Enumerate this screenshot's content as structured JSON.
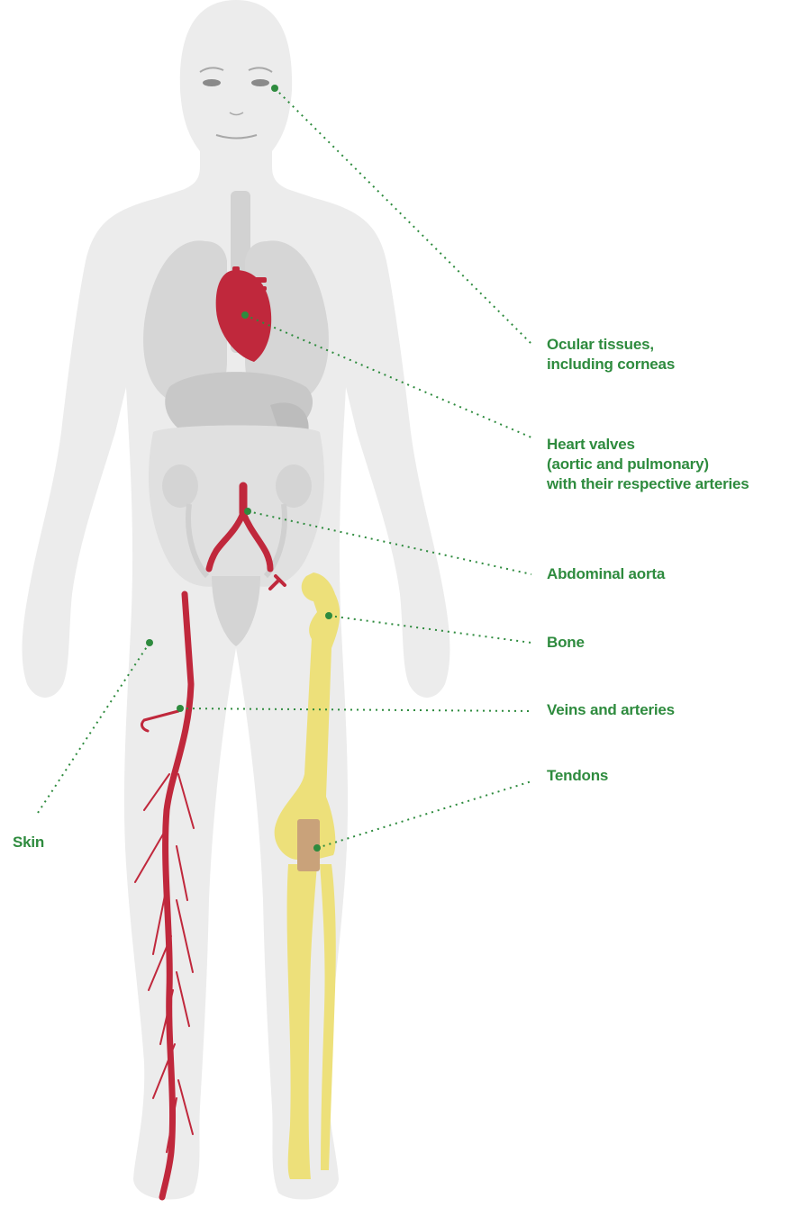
{
  "colors": {
    "body": "#ececec",
    "organ": "#d6d6d6",
    "organ_dark": "#c4c4c4",
    "vessel": "#c0283c",
    "bone": "#ede07a",
    "tendon": "#c9a27a",
    "label": "#2e8b3e",
    "leader": "#2e8b3e"
  },
  "labels": {
    "ocular": [
      "Ocular tissues,",
      "including corneas"
    ],
    "heart": [
      "Heart valves",
      "(aortic and pulmonary)",
      "with their respective arteries"
    ],
    "aorta": [
      "Abdominal aorta"
    ],
    "bone": [
      "Bone"
    ],
    "veins": [
      "Veins and arteries"
    ],
    "tendons": [
      "Tendons"
    ],
    "skin": [
      "Skin"
    ]
  },
  "icons": {
    "body": "human-body-silhouette-icon",
    "heart": "heart-icon",
    "bone": "femur-bone-icon"
  }
}
